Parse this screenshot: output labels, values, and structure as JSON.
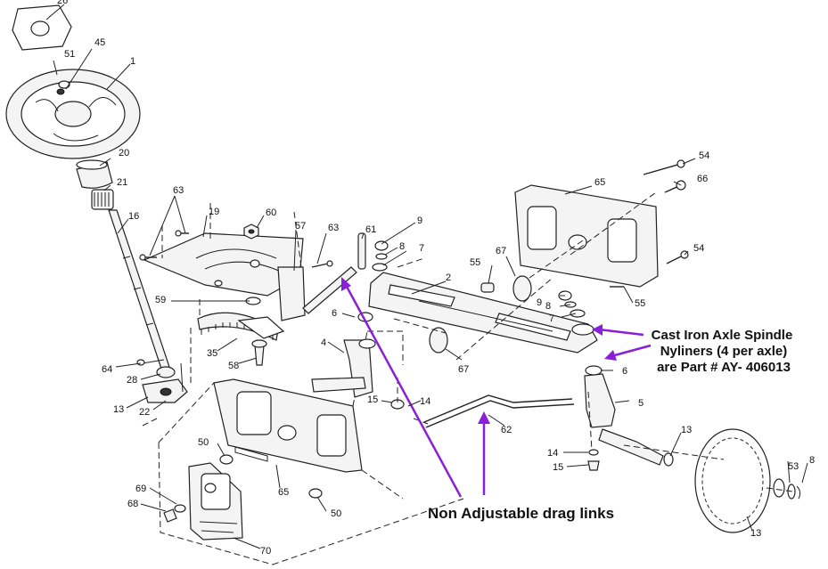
{
  "annotations": {
    "nyliners_line1": "Cast Iron Axle Spindle",
    "nyliners_line2": "Nyliners (4 per axle)",
    "nyliners_line3": "are Part # AY- 406013",
    "drag_links": "Non Adjustable drag links"
  },
  "part_labels": {
    "p26": "26",
    "p45": "45",
    "p51": "51",
    "p1": "1",
    "p20": "20",
    "p21": "21",
    "p16": "16",
    "p63a": "63",
    "p19": "19",
    "p60": "60",
    "p57": "57",
    "p63b": "63",
    "p61": "61",
    "p9a": "9",
    "p8a": "8",
    "p7a": "7",
    "p2": "2",
    "p55a": "55",
    "p67a": "67",
    "p65a": "65",
    "p54a": "54",
    "p66": "66",
    "p54b": "54",
    "p55b": "55",
    "p9b": "9",
    "p8b": "8",
    "p7b": "7",
    "p6a": "6",
    "p59": "59",
    "p35": "35",
    "p58": "58",
    "p4": "4",
    "p6b": "6",
    "p67b": "67",
    "p64": "64",
    "p28": "28",
    "p13a": "13",
    "p22": "22",
    "p15a": "15",
    "p14a": "14",
    "p62": "62",
    "p5": "5",
    "p14b": "14",
    "p15b": "15",
    "p13b": "13",
    "p8c": "8",
    "p53": "53",
    "p13c": "13",
    "p50a": "50",
    "p65b": "65",
    "p50b": "50",
    "p69": "69",
    "p68": "68",
    "p70": "70"
  },
  "colors": {
    "annotation_arrow": "#8a1fd9",
    "line_art": "#222222"
  }
}
